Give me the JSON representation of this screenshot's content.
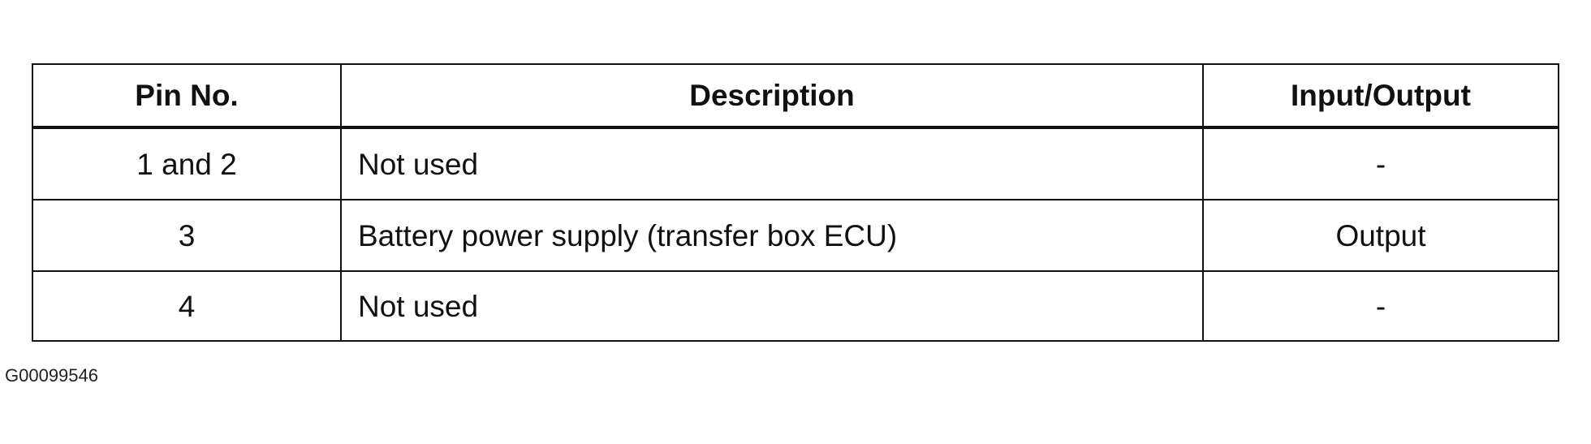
{
  "table": {
    "headers": [
      "Pin No.",
      "Description",
      "Input/Output"
    ],
    "rows": [
      {
        "pin": "1 and 2",
        "description": "Not used",
        "io": "-"
      },
      {
        "pin": "3",
        "description": "Battery power supply (transfer box ECU)",
        "io": "Output"
      },
      {
        "pin": "4",
        "description": "Not used",
        "io": "-"
      }
    ]
  },
  "figure_id": "G00099546"
}
